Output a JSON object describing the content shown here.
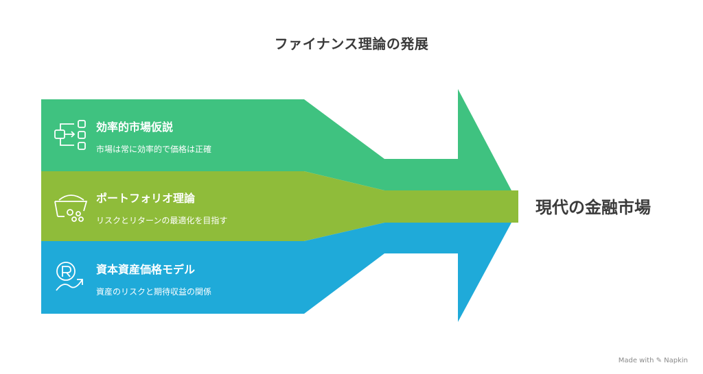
{
  "title": "ファイナンス理論の発展",
  "bands": [
    {
      "title": "効率的市場仮説",
      "desc": "市場は常に効率的で価格は正確",
      "color": "#3fc280",
      "icon": "flow-boxes-icon"
    },
    {
      "title": "ポートフォリオ理論",
      "desc": "リスクとリターンの最適化を目指す",
      "color": "#8fbc3a",
      "icon": "basket-icon"
    },
    {
      "title": "資本資産価格モデル",
      "desc": "資産のリスクと期待収益の関係",
      "color": "#1faad9",
      "icon": "registered-trend-icon"
    }
  ],
  "result": "現代の金融市場",
  "footer": "Made with ✎ Napkin"
}
